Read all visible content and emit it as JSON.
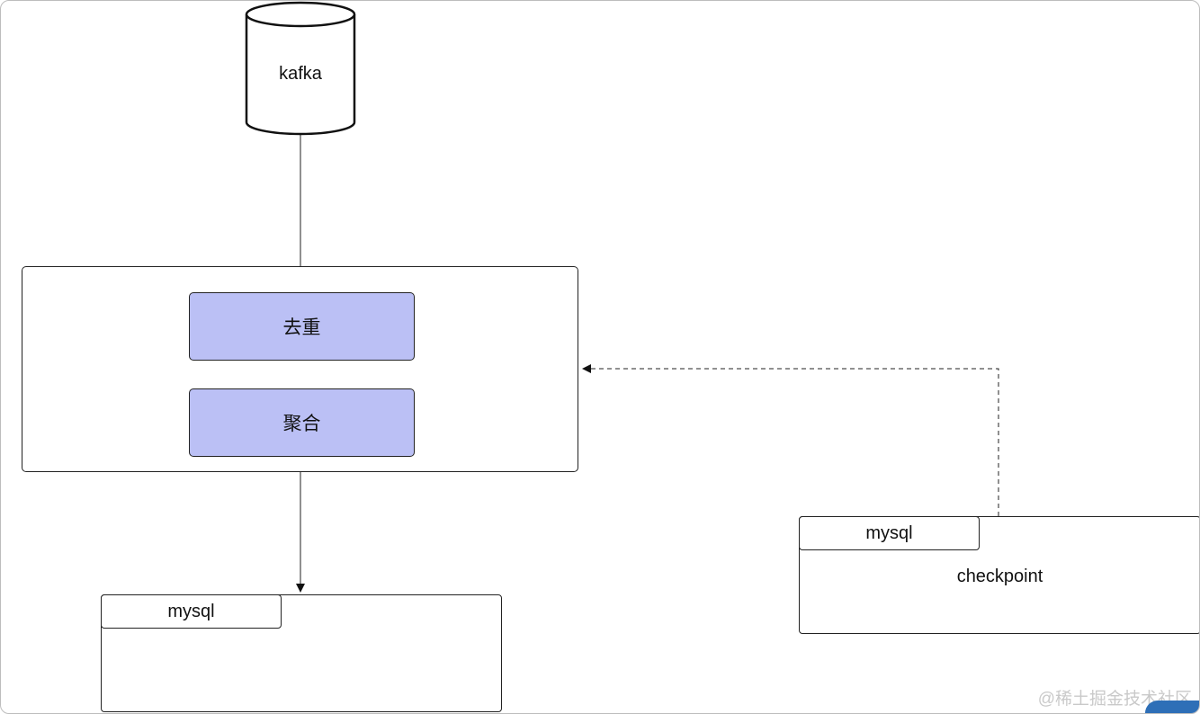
{
  "nodes": {
    "kafka": "kafka",
    "dedup": "去重",
    "aggregate": "聚合",
    "sink_table_tab": "mysql",
    "checkpoint_table_tab": "mysql",
    "checkpoint_label": "checkpoint"
  },
  "watermark": "@稀土掘金技术社区",
  "colors": {
    "operator_fill": "#bbc0f5",
    "stroke": "#222222",
    "watermark": "#c9c9c9",
    "corner_accent": "#2e6fb7"
  }
}
